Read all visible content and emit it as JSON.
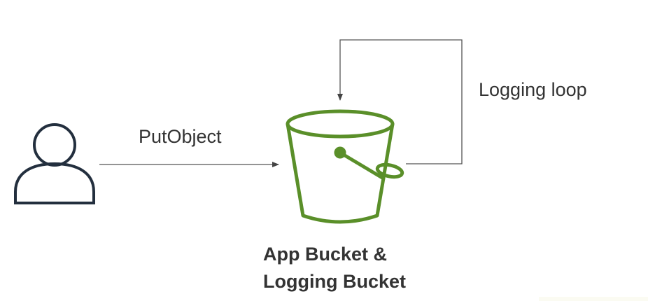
{
  "diagram": {
    "put_object_label": "PutObject",
    "logging_loop_label": "Logging loop",
    "bucket_title_line1": "App Bucket &",
    "bucket_title_line2": "Logging Bucket"
  },
  "icons": {
    "user": "user-icon",
    "bucket": "bucket-icon"
  },
  "colors": {
    "bucket": "#5a8f29",
    "user": "#232f3e",
    "arrow": "#555555",
    "text": "#333333"
  }
}
